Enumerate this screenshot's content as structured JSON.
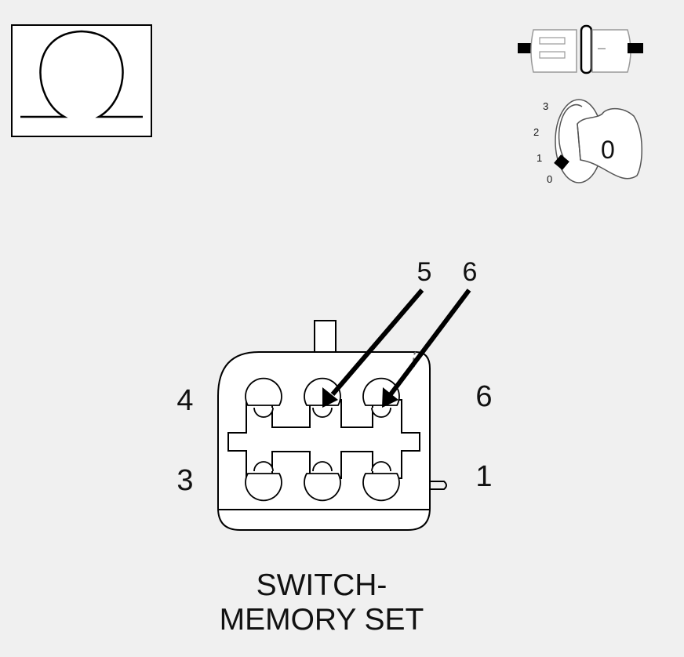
{
  "ohmmeter_symbol": "Ω",
  "key_positions": [
    "3",
    "2",
    "1",
    "0"
  ],
  "key_label": "0",
  "arrow_labels": [
    "5",
    "6"
  ],
  "pin_labels": {
    "top_left": "4",
    "top_right": "6",
    "bottom_left": "3",
    "bottom_right": "1"
  },
  "caption": {
    "line1": "SWITCH-",
    "line2": "MEMORY SET"
  }
}
